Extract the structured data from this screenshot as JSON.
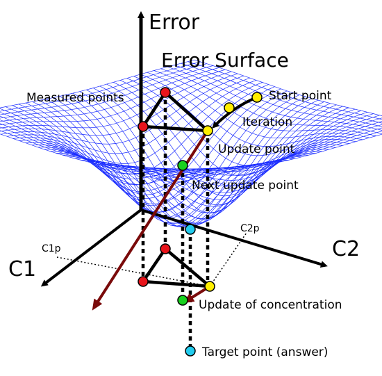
{
  "labels": {
    "error_axis": "Error",
    "c1_axis": "C1",
    "c2_axis": "C2",
    "c1p": "C1p",
    "c2p": "C2p",
    "surface_title": "Error Surface",
    "measured_points": "Measured points",
    "start_point": "Start point",
    "iteration": "Iteration",
    "update_point": "Update point",
    "next_update_point": "Next update point",
    "update_of_concentration": "Update of concentration",
    "target_point": "Target point (answer)"
  },
  "colors": {
    "mesh": "#1a2cff",
    "measured": "#e8141b",
    "start": "#ffee00",
    "next_update": "#18d21e",
    "target": "#22ccee",
    "update_arrow": "#7a0a0a",
    "lines": "#000000"
  }
}
